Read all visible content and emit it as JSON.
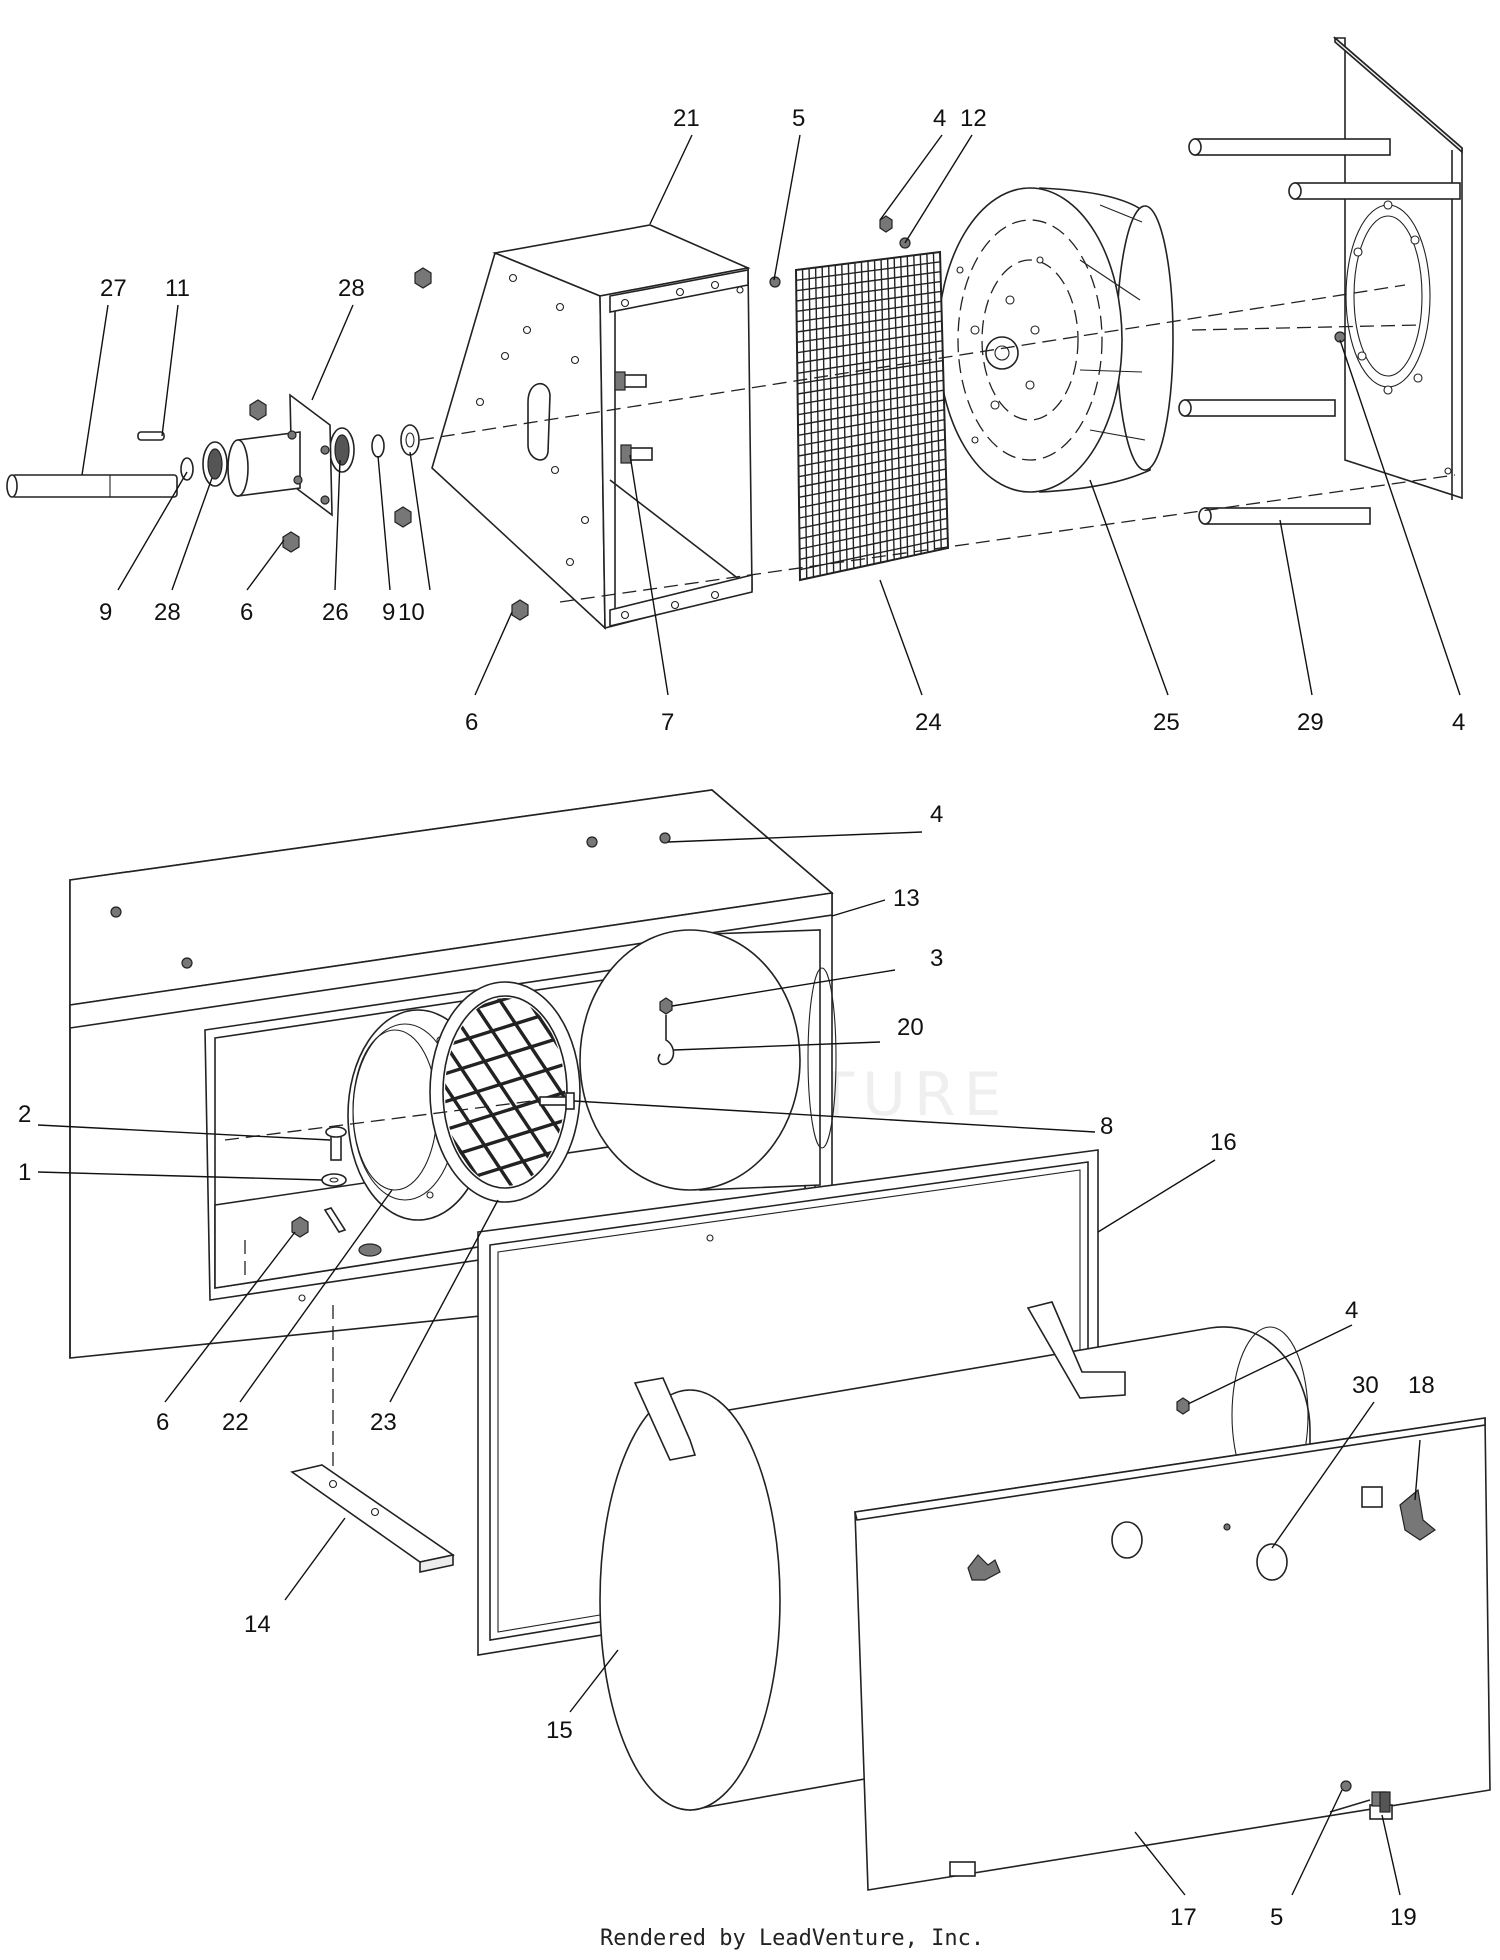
{
  "callouts": {
    "c21": "21",
    "c5a": "5",
    "c4a": "4",
    "c12": "12",
    "c27": "27",
    "c11": "11",
    "c28a": "28",
    "c9a": "9",
    "c28b": "28",
    "c6a": "6",
    "c26": "26",
    "c9b": "9",
    "c10": "10",
    "c6b": "6",
    "c7": "7",
    "c24": "24",
    "c25": "25",
    "c29": "29",
    "c4b": "4",
    "c4c": "4",
    "c13": "13",
    "c3": "3",
    "c20": "20",
    "c8": "8",
    "c2": "2",
    "c1": "1",
    "c16": "16",
    "c6c": "6",
    "c22": "22",
    "c23": "23",
    "c4d": "4",
    "c30": "30",
    "c18": "18",
    "c14": "14",
    "c15": "15",
    "c17": "17",
    "c5b": "5",
    "c19": "19"
  },
  "footer": "Rendered by LeadVenture, Inc.",
  "watermark": "LEADVENTURE"
}
